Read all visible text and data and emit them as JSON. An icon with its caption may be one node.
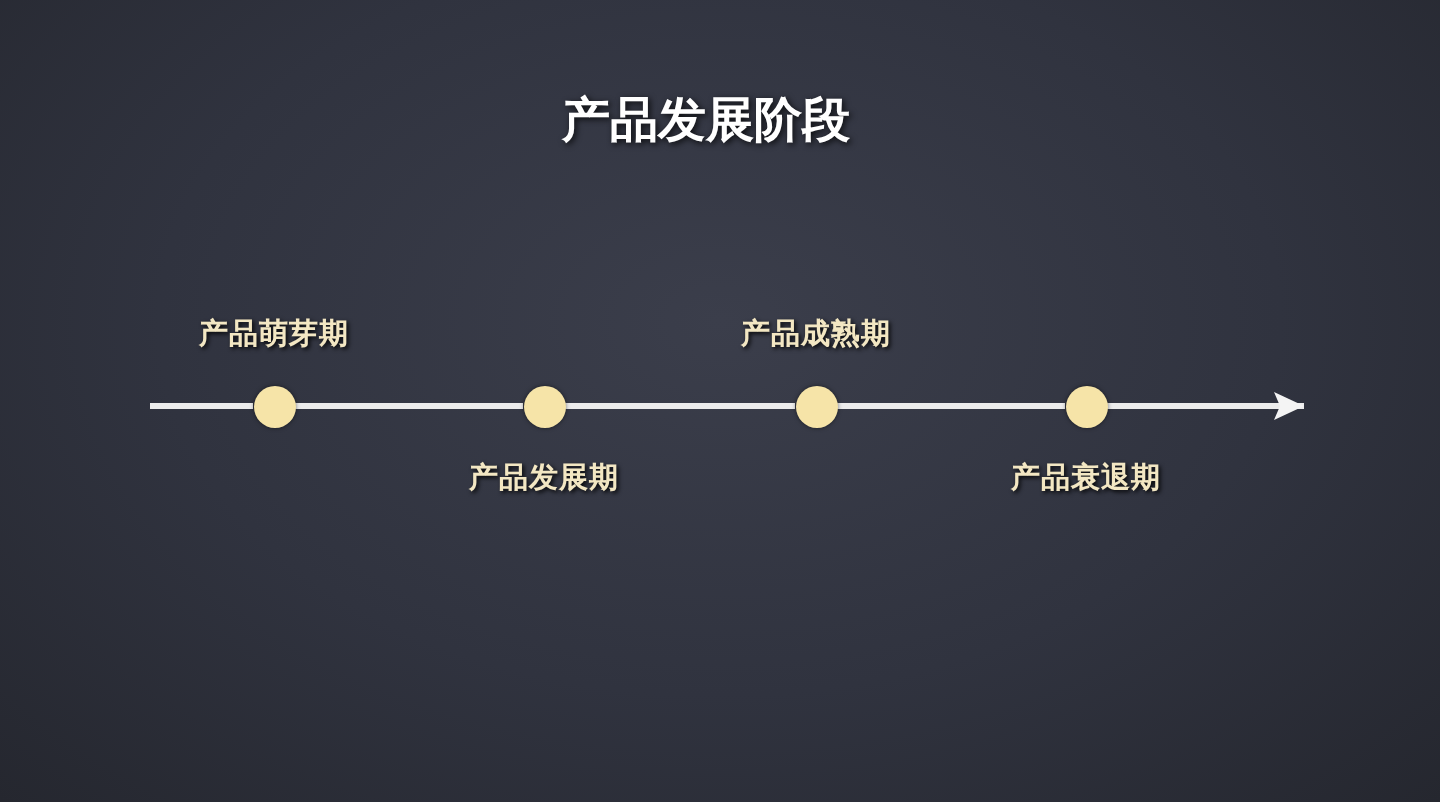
{
  "diagram": {
    "title": "产品发展阶段",
    "nodes": [
      {
        "text": [],
        "shape": "circle",
        "beside": [
          "产品萌芽期"
        ]
      },
      {
        "text": [],
        "shape": "circle",
        "beside": [
          "产品发展期"
        ]
      },
      {
        "text": [],
        "shape": "circle",
        "beside": [
          "产品成熟期"
        ]
      },
      {
        "text": [],
        "shape": "circle",
        "beside": [
          "产品衰退期"
        ]
      }
    ],
    "edges": [
      {
        "from": null,
        "to": 0,
        "arrow": "none"
      },
      {
        "from": 0,
        "to": 1,
        "arrow": "none"
      },
      {
        "from": 1,
        "to": 2,
        "arrow": "none"
      },
      {
        "from": 2,
        "to": 3,
        "arrow": "none"
      },
      {
        "from": 3,
        "to": null,
        "arrow": "to"
      }
    ]
  }
}
